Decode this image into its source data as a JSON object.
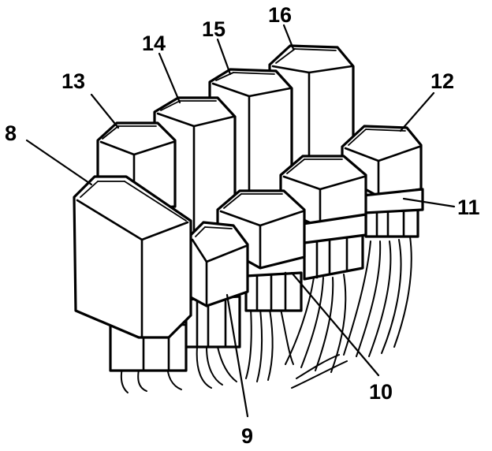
{
  "diagram": {
    "callouts": [
      {
        "id": "8",
        "text": "8"
      },
      {
        "id": "9",
        "text": "9"
      },
      {
        "id": "10",
        "text": "10"
      },
      {
        "id": "11",
        "text": "11"
      },
      {
        "id": "12",
        "text": "12"
      },
      {
        "id": "13",
        "text": "13"
      },
      {
        "id": "14",
        "text": "14"
      },
      {
        "id": "15",
        "text": "15"
      },
      {
        "id": "16",
        "text": "16"
      }
    ]
  }
}
